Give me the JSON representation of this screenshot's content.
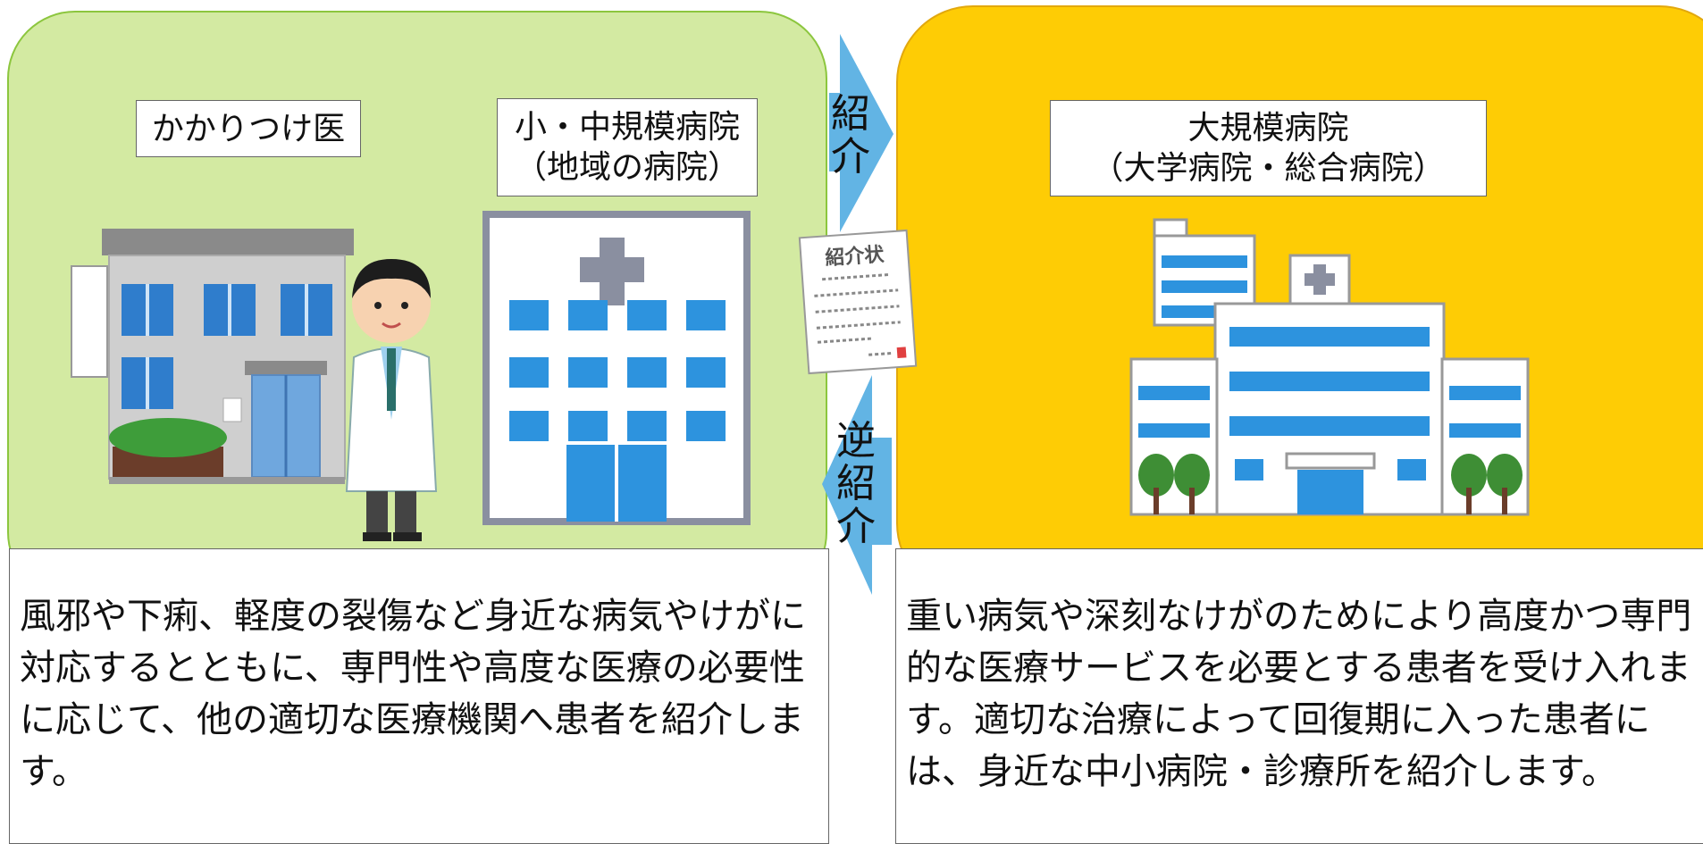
{
  "left_panel": {
    "clinic_label": "かかりつけ医",
    "mid_hospital_label_line1": "小・中規模病院",
    "mid_hospital_label_line2": "（地域の病院）",
    "description": "風邪や下痢、軽度の裂傷など身近な病気やけがに対応するとともに、専門性や高度な医療の必要性に応じて、他の適切な医療機関へ患者を紹介します。"
  },
  "right_panel": {
    "large_hospital_label_line1": "大規模病院",
    "large_hospital_label_line2": "（大学病院・総合病院）",
    "description": "重い病気や深刻なけがのためにより高度かつ専門的な医療サービスを必要とする患者を受け入れます。適切な治療によって回復期に入った患者には、身近な中小病院・診療所を紹介します。"
  },
  "arrows": {
    "referral_line1": "紹",
    "referral_line2": "介",
    "reverse_line1": "逆",
    "reverse_line2": "紹",
    "reverse_line3": "介"
  },
  "referral_letter": {
    "title": "紹介状"
  },
  "colors": {
    "left_panel_bg": "#d3eaa2",
    "left_panel_border": "#8cc63e",
    "right_panel_bg": "#fecc05",
    "arrow_fill": "#62b4e4"
  }
}
